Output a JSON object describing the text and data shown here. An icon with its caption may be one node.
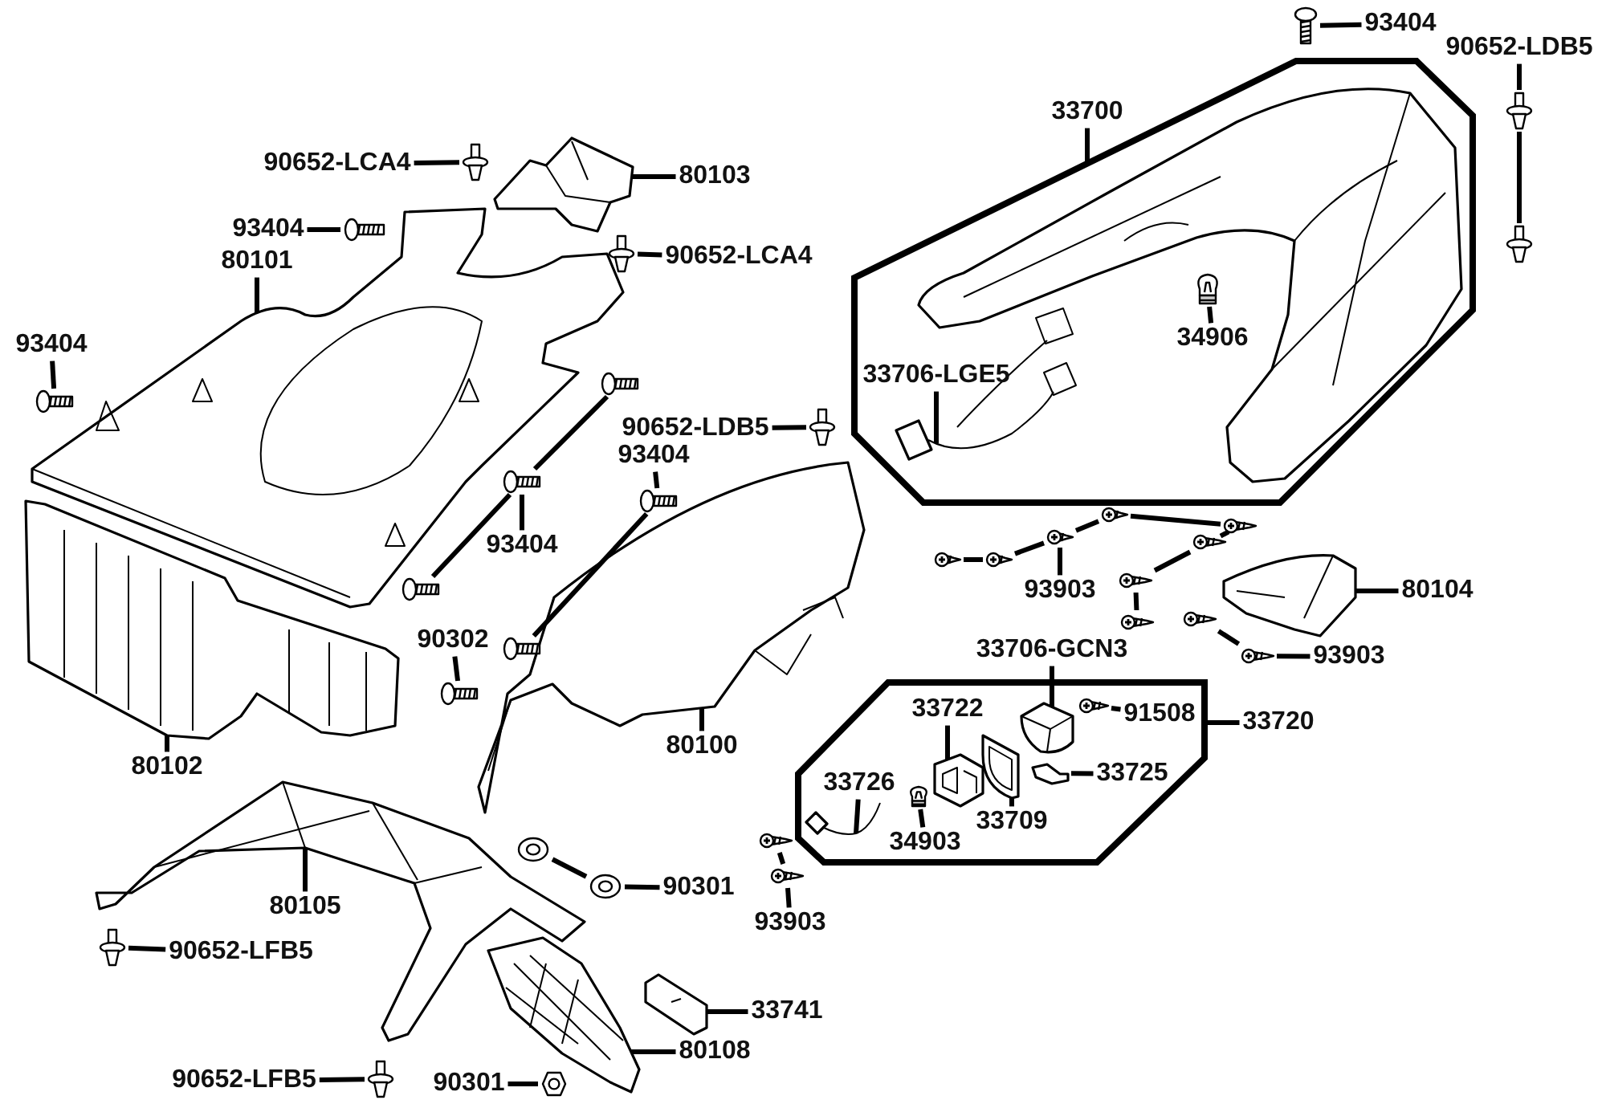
{
  "diagram": {
    "nodes": [
      {
        "text": [
          "93404"
        ]
      },
      {
        "text": [],
        "shape": "picture"
      },
      {
        "text": [
          "90652-LDB5"
        ]
      },
      {
        "text": [],
        "shape": "picture"
      },
      {
        "text": [],
        "shape": "picture"
      },
      {
        "text": [],
        "shape": "box"
      },
      {
        "text": [],
        "shape": "picture",
        "in": 5
      },
      {
        "text": [
          "33700"
        ]
      },
      {
        "text": [
          "34906"
        ],
        "in": 5
      },
      {
        "text": [],
        "shape": "picture",
        "in": 5
      },
      {
        "text": [
          "33706-LGE5"
        ],
        "in": 5
      },
      {
        "text": [],
        "shape": "picture",
        "in": 5
      },
      {
        "text": [
          "90652-LCA4"
        ]
      },
      {
        "text": [],
        "shape": "picture"
      },
      {
        "text": [
          "80103"
        ]
      },
      {
        "text": [],
        "shape": "picture"
      },
      {
        "text": [
          "93404"
        ]
      },
      {
        "text": [],
        "shape": "picture"
      },
      {
        "text": [
          "80101"
        ]
      },
      {
        "text": [],
        "shape": "picture"
      },
      {
        "text": [
          "90652-LCA4"
        ]
      },
      {
        "text": [],
        "shape": "picture"
      },
      {
        "text": [
          "93404"
        ]
      },
      {
        "text": [],
        "shape": "picture"
      },
      {
        "text": [],
        "shape": "picture"
      },
      {
        "text": [],
        "shape": "picture"
      },
      {
        "text": [
          "93404"
        ]
      },
      {
        "text": [],
        "shape": "picture"
      },
      {
        "text": [
          "90652-LDB5"
        ]
      },
      {
        "text": [],
        "shape": "picture"
      },
      {
        "text": [
          "93404"
        ]
      },
      {
        "text": [],
        "shape": "picture"
      },
      {
        "text": [],
        "shape": "picture"
      },
      {
        "text": [
          "90302"
        ]
      },
      {
        "text": [],
        "shape": "picture"
      },
      {
        "text": [],
        "shape": "picture"
      },
      {
        "text": [],
        "shape": "picture"
      },
      {
        "text": [
          "80100"
        ]
      },
      {
        "text": [
          "80102"
        ]
      },
      {
        "text": [
          "93903"
        ]
      },
      {
        "text": [],
        "shape": "picture"
      },
      {
        "text": [],
        "shape": "picture"
      },
      {
        "text": [],
        "shape": "picture"
      },
      {
        "text": [],
        "shape": "picture"
      },
      {
        "text": [],
        "shape": "picture"
      },
      {
        "text": [],
        "shape": "picture"
      },
      {
        "text": [],
        "shape": "picture"
      },
      {
        "text": [],
        "shape": "picture"
      },
      {
        "text": [],
        "shape": "picture"
      },
      {
        "text": [
          "80104"
        ]
      },
      {
        "text": [
          "93903"
        ]
      },
      {
        "text": [],
        "shape": "picture"
      },
      {
        "text": [],
        "shape": "picture"
      },
      {
        "text": [
          "33706-GCN3"
        ]
      },
      {
        "text": [],
        "shape": "box"
      },
      {
        "text": [],
        "shape": "picture",
        "in": 54
      },
      {
        "text": [
          "91508"
        ],
        "in": 54
      },
      {
        "text": [],
        "shape": "picture",
        "in": 54
      },
      {
        "text": [
          "33720"
        ]
      },
      {
        "text": [
          "33722"
        ],
        "in": 54
      },
      {
        "text": [],
        "shape": "picture",
        "in": 54
      },
      {
        "text": [
          "33725"
        ],
        "in": 54
      },
      {
        "text": [],
        "shape": "picture",
        "in": 54
      },
      {
        "text": [],
        "shape": "picture",
        "in": 54
      },
      {
        "text": [
          "33709"
        ],
        "in": 54
      },
      {
        "text": [
          "33726"
        ],
        "in": 54
      },
      {
        "text": [],
        "shape": "picture",
        "in": 54
      },
      {
        "text": [
          "34903"
        ],
        "in": 54
      },
      {
        "text": [],
        "shape": "picture",
        "in": 54
      },
      {
        "text": [],
        "shape": "picture"
      },
      {
        "text": [],
        "shape": "picture"
      },
      {
        "text": [
          "93903"
        ]
      },
      {
        "text": [
          "80105"
        ]
      },
      {
        "text": [],
        "shape": "picture"
      },
      {
        "text": [
          "90652-LFB5"
        ]
      },
      {
        "text": [],
        "shape": "picture"
      },
      {
        "text": [],
        "shape": "picture"
      },
      {
        "text": [],
        "shape": "picture"
      },
      {
        "text": [
          "90301"
        ]
      },
      {
        "text": [],
        "shape": "picture"
      },
      {
        "text": [
          "33741"
        ]
      },
      {
        "text": [],
        "shape": "picture"
      },
      {
        "text": [
          "80108"
        ]
      },
      {
        "text": [
          "90652-LFB5"
        ]
      },
      {
        "text": [],
        "shape": "picture"
      },
      {
        "text": [
          "90301"
        ]
      },
      {
        "text": [],
        "shape": "picture"
      }
    ],
    "edges": [
      {
        "from": 0,
        "to": 1,
        "arrow": "none"
      },
      {
        "from": 2,
        "to": 3,
        "arrow": "none"
      },
      {
        "from": 3,
        "to": 4,
        "arrow": "none"
      },
      {
        "from": 7,
        "to": 5,
        "arrow": "none"
      },
      {
        "from": 8,
        "to": 9,
        "arrow": "none"
      },
      {
        "from": 10,
        "to": 11,
        "arrow": "none"
      },
      {
        "from": 12,
        "to": 13,
        "arrow": "none"
      },
      {
        "from": 14,
        "to": 15,
        "arrow": "none"
      },
      {
        "from": 16,
        "to": 17,
        "arrow": "none"
      },
      {
        "from": 18,
        "to": 19,
        "arrow": "none"
      },
      {
        "from": 20,
        "to": 21,
        "arrow": "none"
      },
      {
        "from": 22,
        "to": 23,
        "arrow": "none"
      },
      {
        "from": 24,
        "to": 25,
        "arrow": "none"
      },
      {
        "from": 26,
        "to": 25,
        "arrow": "none"
      },
      {
        "from": 25,
        "to": 27,
        "arrow": "none"
      },
      {
        "from": 28,
        "to": 29,
        "arrow": "none"
      },
      {
        "from": 30,
        "to": 31,
        "arrow": "none"
      },
      {
        "from": 31,
        "to": 32,
        "arrow": "none"
      },
      {
        "from": 33,
        "to": 34,
        "arrow": "none"
      },
      {
        "from": 37,
        "to": 36,
        "arrow": "none"
      },
      {
        "from": 38,
        "to": 35,
        "arrow": "none"
      },
      {
        "from": 39,
        "to": 42,
        "arrow": "none"
      },
      {
        "from": 40,
        "to": 41,
        "arrow": "none"
      },
      {
        "from": 41,
        "to": 42,
        "arrow": "none"
      },
      {
        "from": 42,
        "to": 43,
        "arrow": "none"
      },
      {
        "from": 43,
        "to": 44,
        "arrow": "none"
      },
      {
        "from": 44,
        "to": 45,
        "arrow": "none"
      },
      {
        "from": 45,
        "to": 46,
        "arrow": "none"
      },
      {
        "from": 46,
        "to": 47,
        "arrow": "none"
      },
      {
        "from": 49,
        "to": 48,
        "arrow": "none"
      },
      {
        "from": 50,
        "to": 51,
        "arrow": "none"
      },
      {
        "from": 51,
        "to": 52,
        "arrow": "none"
      },
      {
        "from": 53,
        "to": 55,
        "arrow": "none"
      },
      {
        "from": 56,
        "to": 57,
        "arrow": "none"
      },
      {
        "from": 58,
        "to": 54,
        "arrow": "none"
      },
      {
        "from": 59,
        "to": 60,
        "arrow": "none"
      },
      {
        "from": 61,
        "to": 62,
        "arrow": "none"
      },
      {
        "from": 64,
        "to": 63,
        "arrow": "none"
      },
      {
        "from": 65,
        "to": 66,
        "arrow": "none"
      },
      {
        "from": 67,
        "to": 68,
        "arrow": "none"
      },
      {
        "from": 69,
        "to": 70,
        "arrow": "none"
      },
      {
        "from": 70,
        "to": 71,
        "arrow": "none"
      },
      {
        "from": 72,
        "to": 73,
        "arrow": "none"
      },
      {
        "from": 74,
        "to": 75,
        "arrow": "none"
      },
      {
        "from": 76,
        "to": 77,
        "arrow": "none"
      },
      {
        "from": 77,
        "to": 78,
        "arrow": "none"
      },
      {
        "from": 80,
        "to": 79,
        "arrow": "none"
      },
      {
        "from": 82,
        "to": 81,
        "arrow": "none"
      },
      {
        "from": 83,
        "to": 84,
        "arrow": "none"
      },
      {
        "from": 85,
        "to": 86,
        "arrow": "none"
      }
    ]
  }
}
